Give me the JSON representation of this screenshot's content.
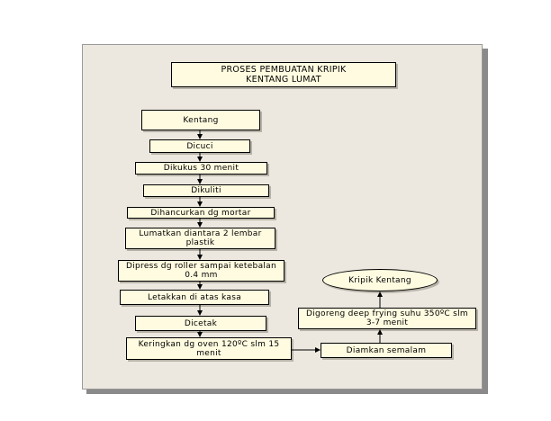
{
  "title": "PROSES PEMBUATAN KRIPIK KENTANG LUMAT",
  "steps": [
    "Kentang",
    "Dicuci",
    "Dikukus 30 menit",
    "Dikuliti",
    "Dihancurkan dg mortar",
    "Lumatkan diantara 2 lembar plastik",
    "Dipress dg roller sampai ketebalan 0.4 mm",
    "Letakkan di atas kasa",
    "Dicetak",
    "Keringkan dg oven 120ºC slm 15 menit",
    "Diamkan semalam",
    "Digoreng deep frying suhu 350ºC slm 3-7 menit",
    "Kripik Kentang"
  ],
  "colors": {
    "panel": "#ede8df",
    "box_fill": "#fffbe0",
    "stroke": "#000000"
  }
}
